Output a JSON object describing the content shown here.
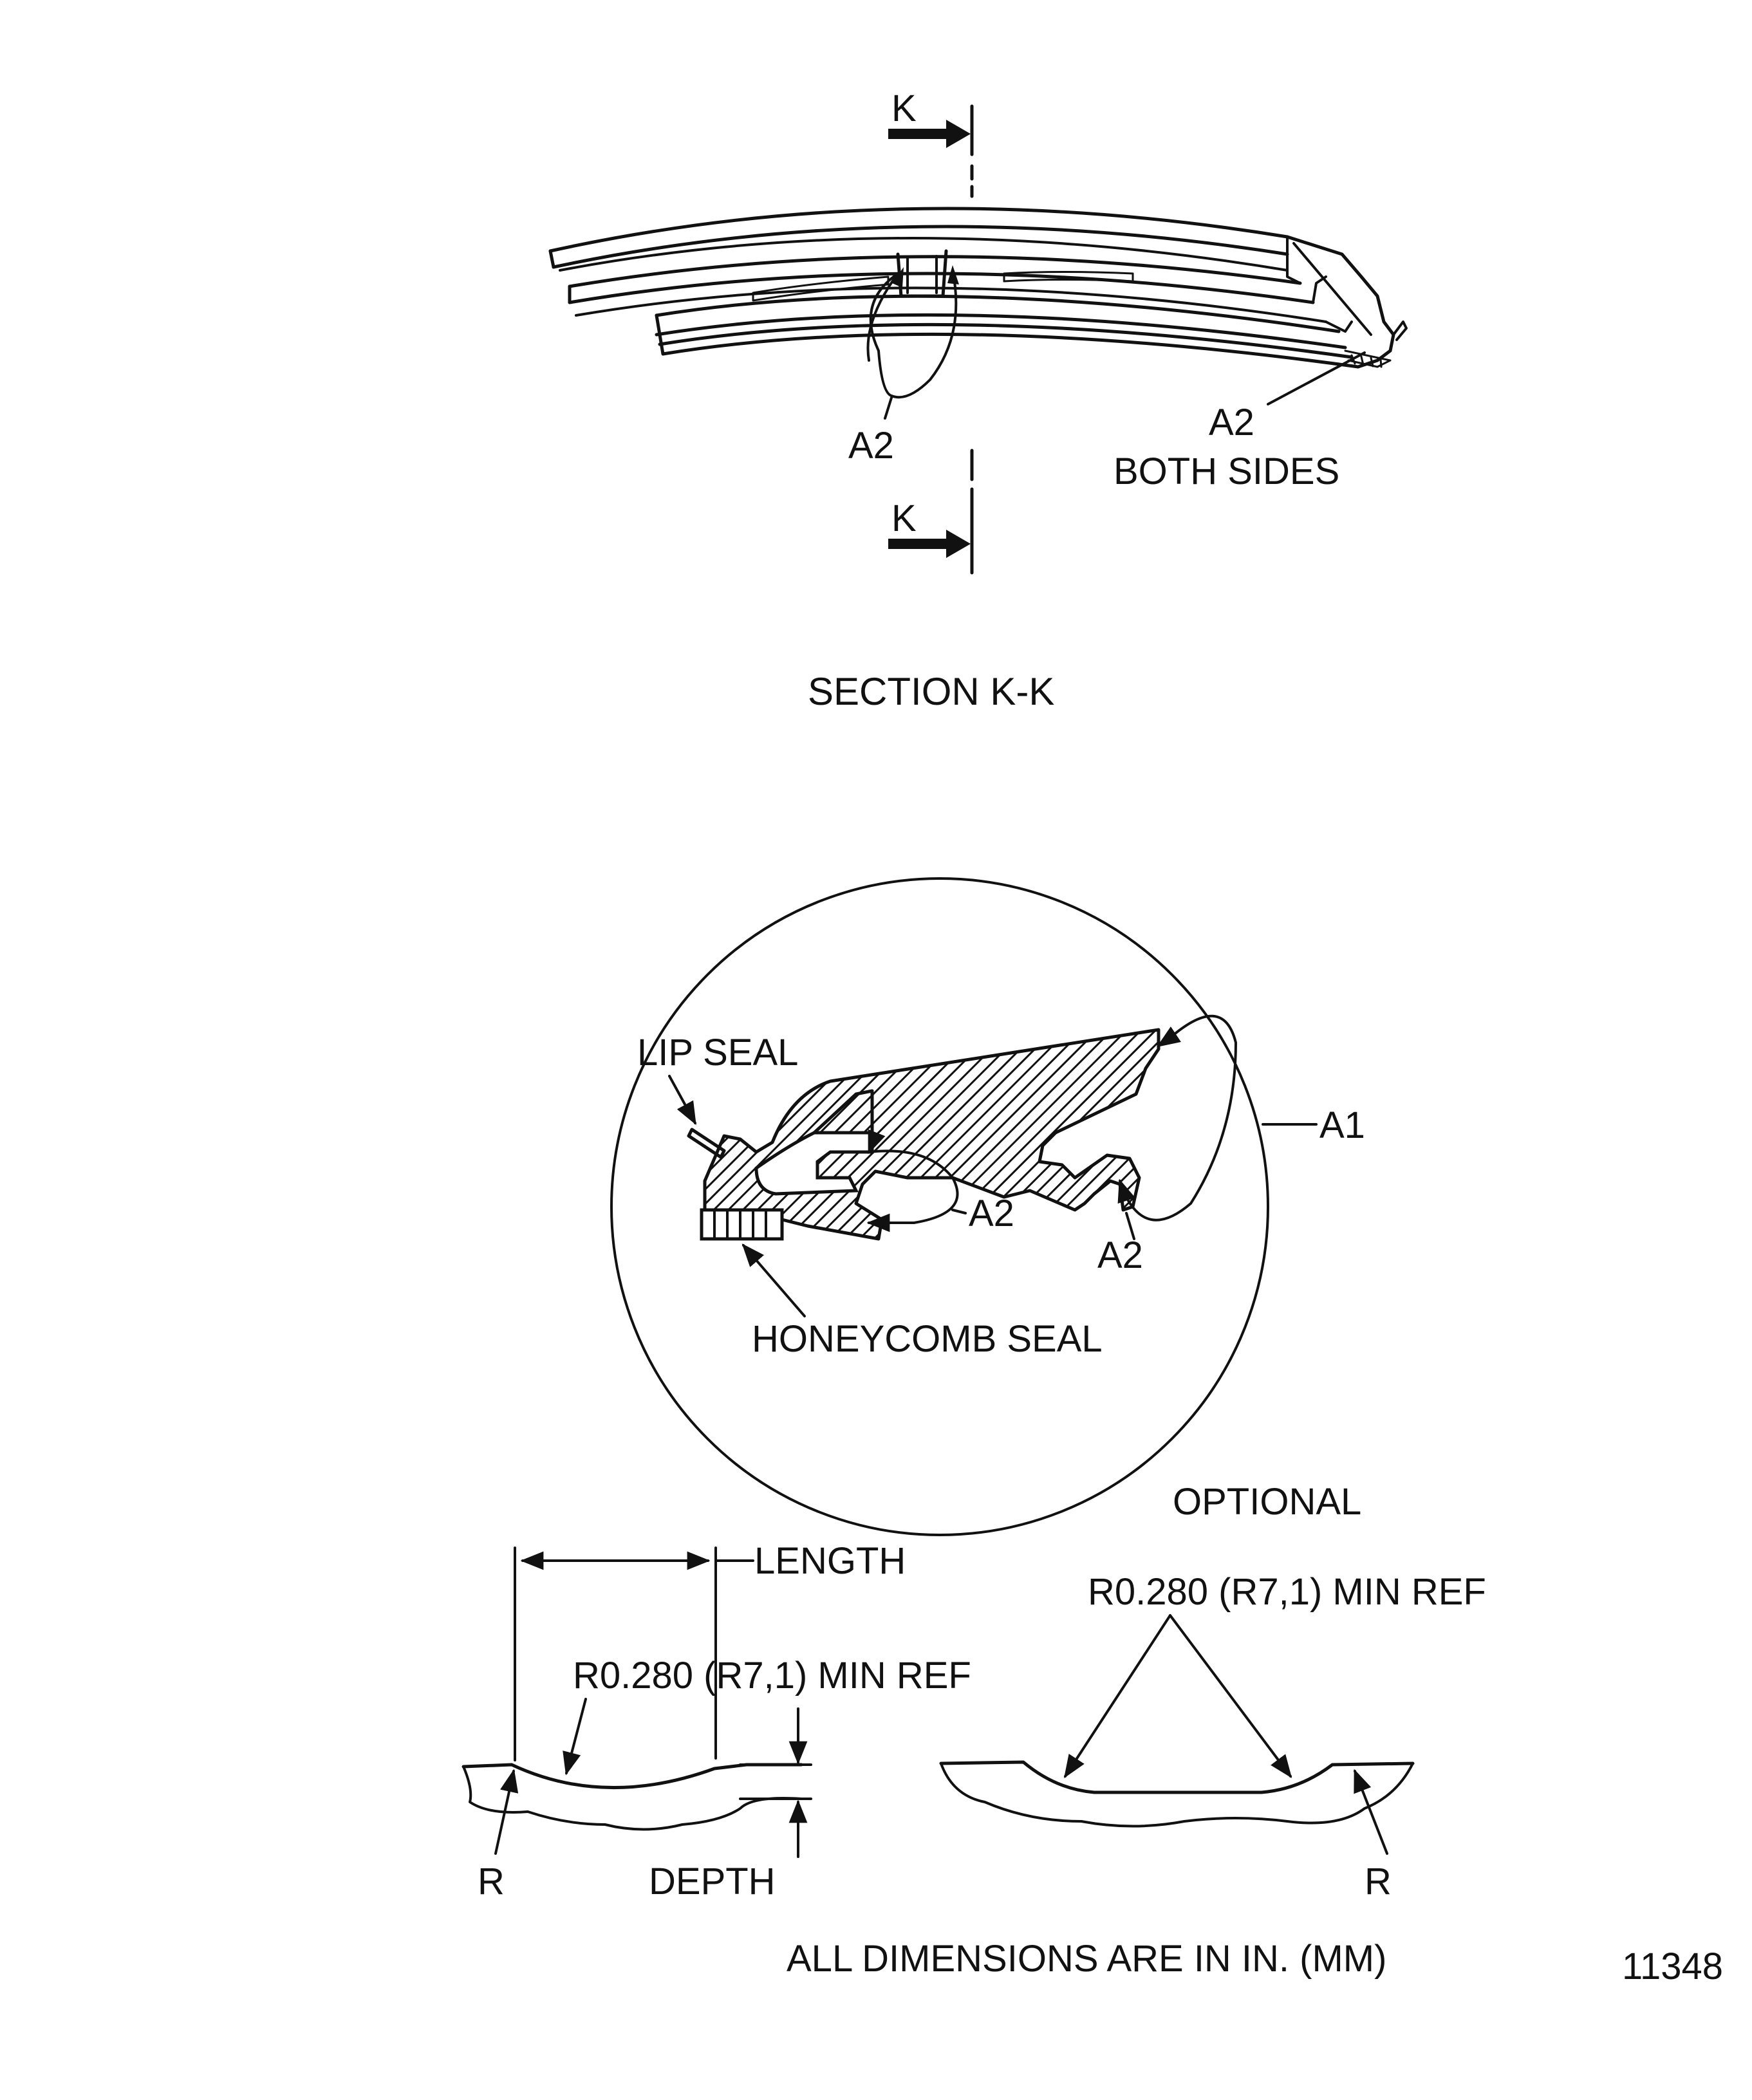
{
  "section_view": {
    "cut_marker_letter_top": "K",
    "cut_marker_letter_bottom": "K",
    "callout_a2": "A2",
    "callout_a2_both": "A2",
    "callout_both_sides": "BOTH SIDES",
    "title": "SECTION K-K"
  },
  "detail_view": {
    "lip_seal": "LIP SEAL",
    "honeycomb_seal": "HONEYCOMB SEAL",
    "callout_a1": "A1",
    "callout_a2_left": "A2",
    "callout_a2_right": "A2"
  },
  "repair_profiles": {
    "length_label": "LENGTH",
    "radius_note_left": "R0.280 (R7,1) MIN REF",
    "r_label_left": "R",
    "depth_label": "DEPTH",
    "optional_title": "OPTIONAL",
    "radius_note_right": "R0.280 (R7,1) MIN REF",
    "r_label_right": "R"
  },
  "footer": {
    "units_note": "ALL DIMENSIONS ARE IN IN. (MM)",
    "figure_number": "11348"
  }
}
